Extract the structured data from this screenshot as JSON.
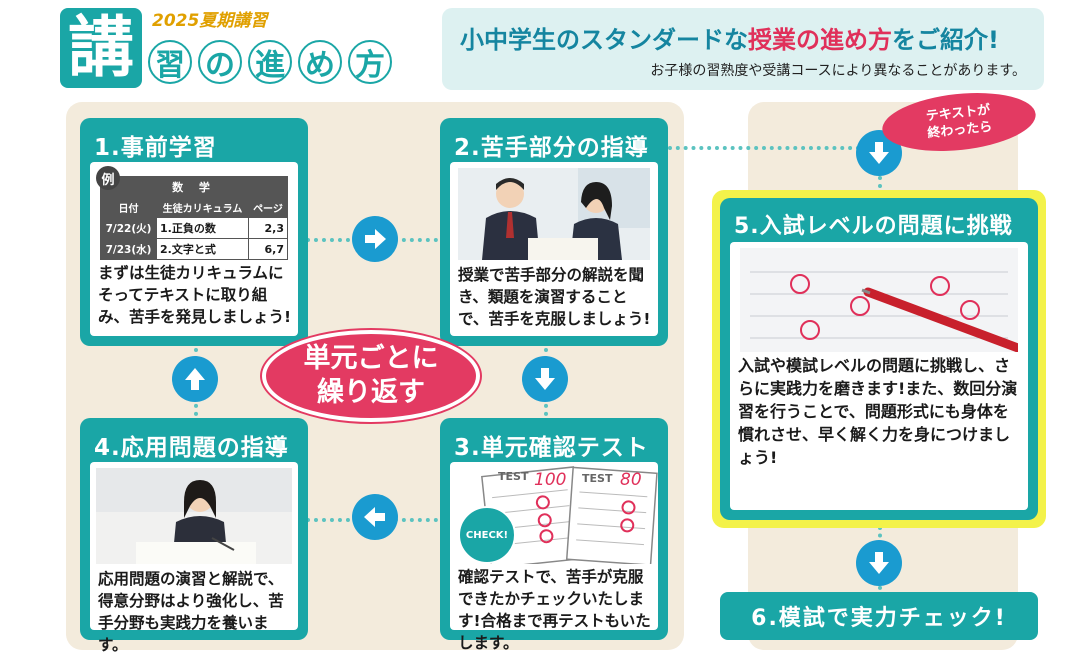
{
  "header": {
    "year_label": "2025夏期講習",
    "title_first_char": "講",
    "title_rest_chars": [
      "習",
      "の",
      "進",
      "め",
      "方"
    ]
  },
  "intro": {
    "main_prefix": "小中学生のスタンダードな",
    "main_accent": "授業の進め方",
    "main_suffix": "をご紹介!",
    "sub": "お子様の習熟度や受講コースにより異なることがあります。"
  },
  "steps": {
    "step1": {
      "title": "1.事前学習",
      "example_badge": "例",
      "table": {
        "subject": "数 学",
        "headers": [
          "日付",
          "生徒カリキュラム",
          "ページ"
        ],
        "rows": [
          {
            "date": "7/22(火)",
            "topic": "1.正負の数",
            "pages": "2,3"
          },
          {
            "date": "7/23(水)",
            "topic": "2.文字と式",
            "pages": "6,7"
          }
        ]
      },
      "text": "まずは生徒カリキュラムにそってテキストに取り組み、苦手を発見しましょう!"
    },
    "step2": {
      "title": "2.苦手部分の指導",
      "text": "授業で苦手部分の解説を聞き、類題を演習することで、苦手を克服しましょう!"
    },
    "step3": {
      "title": "3.単元確認テスト",
      "check_badge": "CHECK!",
      "test_label_1": "TEST",
      "test_label_2": "TEST",
      "score_1": "100",
      "score_2": "80",
      "text": "確認テストで、苦手が克服できたかチェックいたします!合格まで再テストもいたします。"
    },
    "step4": {
      "title": "4.応用問題の指導",
      "text": "応用問題の演習と解説で、得意分野はより強化し、苦手分野も実践力を養います。"
    },
    "step5": {
      "title": "5.入試レベルの問題に挑戦",
      "text": "入試や模試レベルの問題に挑戦し、さらに実践力を磨きます!また、数回分演習を行うことで、問題形式にも身体を慣れさせ、早く解く力を身につけましょう!"
    },
    "step6": {
      "title": "6.模試で実力チェック!"
    }
  },
  "repeat_badge": {
    "line1": "単元ごとに",
    "line2": "繰り返す"
  },
  "bubble": {
    "line1": "テキストが",
    "line2": "終わったら"
  },
  "colors": {
    "teal": "#1aa6a6",
    "pink": "#e33a62",
    "blue_arrow": "#1a9bd0",
    "yellow": "#f3f24a",
    "beige": "#f3ebdc"
  }
}
